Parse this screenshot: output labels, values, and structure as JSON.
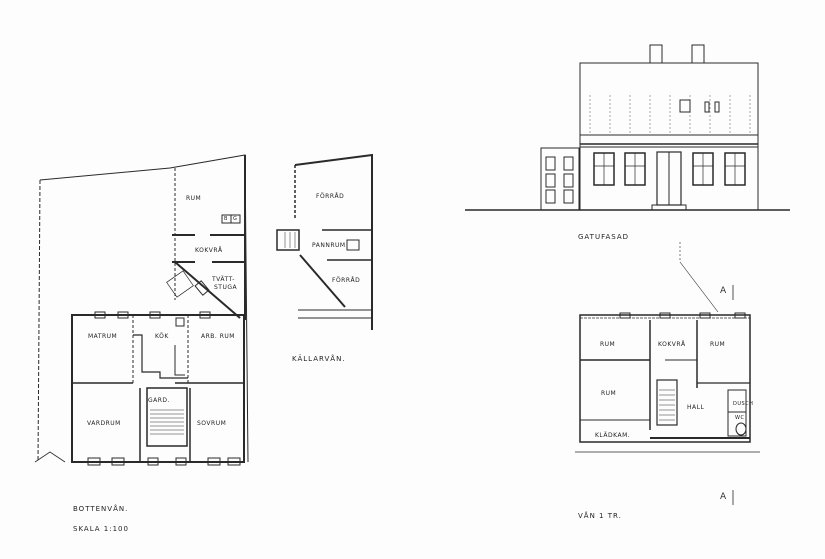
{
  "document": {
    "type": "architectural-drawing-sheet",
    "ink_color": "#2a2a2a",
    "paper_color": "#fdfdfd"
  },
  "ground_floor_plan": {
    "title": "BOTTENVÅN.",
    "scale": "SKALA 1:100",
    "rooms": [
      {
        "label": "RUM"
      },
      {
        "label": "KOKVRÅ"
      },
      {
        "label": "TVÄTT-"
      },
      {
        "label": "STUGA"
      },
      {
        "label": "MATRUM"
      },
      {
        "label": "KÖK"
      },
      {
        "label": "ARB. RUM"
      },
      {
        "label": "GARD."
      },
      {
        "label": "VARDRUM"
      },
      {
        "label": "SOVRUM"
      }
    ],
    "fixtures": [
      "B",
      "G"
    ]
  },
  "basement_plan": {
    "title": "KÄLLARVÅN.",
    "rooms": [
      {
        "label": "FÖRRÅD"
      },
      {
        "label": "PANNRUM"
      },
      {
        "label": "FÖRRÅD"
      }
    ]
  },
  "street_facade": {
    "title": "GATUFASAD"
  },
  "upper_floor_plan": {
    "title": "VÅN 1 TR.",
    "rooms": [
      {
        "label": "RUM"
      },
      {
        "label": "KOKVRÅ"
      },
      {
        "label": "RUM"
      },
      {
        "label": "RUM"
      },
      {
        "label": "HALL"
      },
      {
        "label": "DUSCH"
      },
      {
        "label": "WC"
      },
      {
        "label": "KLÄDKAM."
      }
    ],
    "section_markers": [
      "A",
      "A"
    ]
  }
}
